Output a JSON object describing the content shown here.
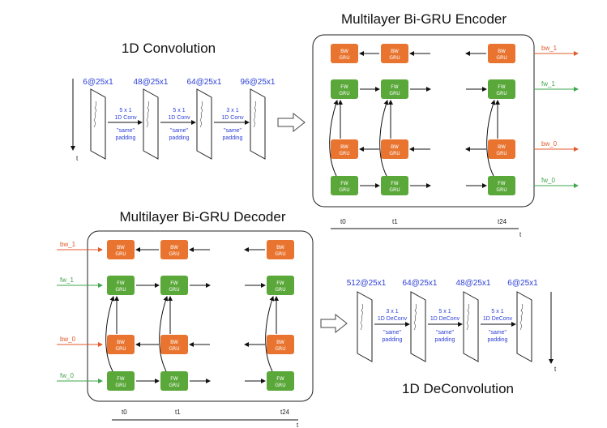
{
  "conv": {
    "title": "1D Convolution",
    "time_axis": "t",
    "layers": [
      "6@25x1",
      "48@25x1",
      "64@25x1",
      "96@25x1"
    ],
    "ops": [
      {
        "size": "5 x 1",
        "kind": "1D Conv",
        "pad1": "\"same\"",
        "pad2": "padding"
      },
      {
        "size": "5 x 1",
        "kind": "1D Conv",
        "pad1": "\"same\"",
        "pad2": "padding"
      },
      {
        "size": "3 x 1",
        "kind": "1D Conv",
        "pad1": "\"same\"",
        "pad2": "padding"
      }
    ]
  },
  "encoder": {
    "title": "Multilayer Bi-GRU Encoder",
    "bw": "BW",
    "fw": "FW",
    "gru": "GRU",
    "out_labels": [
      "bw_1",
      "fw_1",
      "bw_0",
      "fw_0"
    ],
    "time_labels": [
      "t0",
      "t1",
      "t24"
    ],
    "time_axis": "t"
  },
  "decoder": {
    "title": "Multilayer Bi-GRU Decoder",
    "bw": "BW",
    "fw": "FW",
    "gru": "GRU",
    "in_labels": [
      "bw_1",
      "fw_1",
      "bw_0",
      "fw_0"
    ],
    "time_labels": [
      "t0",
      "t1",
      "t24"
    ],
    "time_axis": "t"
  },
  "deconv": {
    "title": "1D DeConvolution",
    "time_axis": "t",
    "layers": [
      "512@25x1",
      "64@25x1",
      "48@25x1",
      "6@25x1"
    ],
    "ops": [
      {
        "size": "3 x 1",
        "kind": "1D DeConv",
        "pad1": "\"same\"",
        "pad2": "padding"
      },
      {
        "size": "5 x 1",
        "kind": "1D DeConv",
        "pad1": "\"same\"",
        "pad2": "padding"
      },
      {
        "size": "5 x 1",
        "kind": "1D DeConv",
        "pad1": "\"same\"",
        "pad2": "padding"
      }
    ]
  },
  "colors": {
    "bw": "#e8742f",
    "fw": "#5aa83a",
    "bw_label": "#e05a2b",
    "fw_label": "#3fa64c",
    "annot": "#2b3fd6"
  }
}
